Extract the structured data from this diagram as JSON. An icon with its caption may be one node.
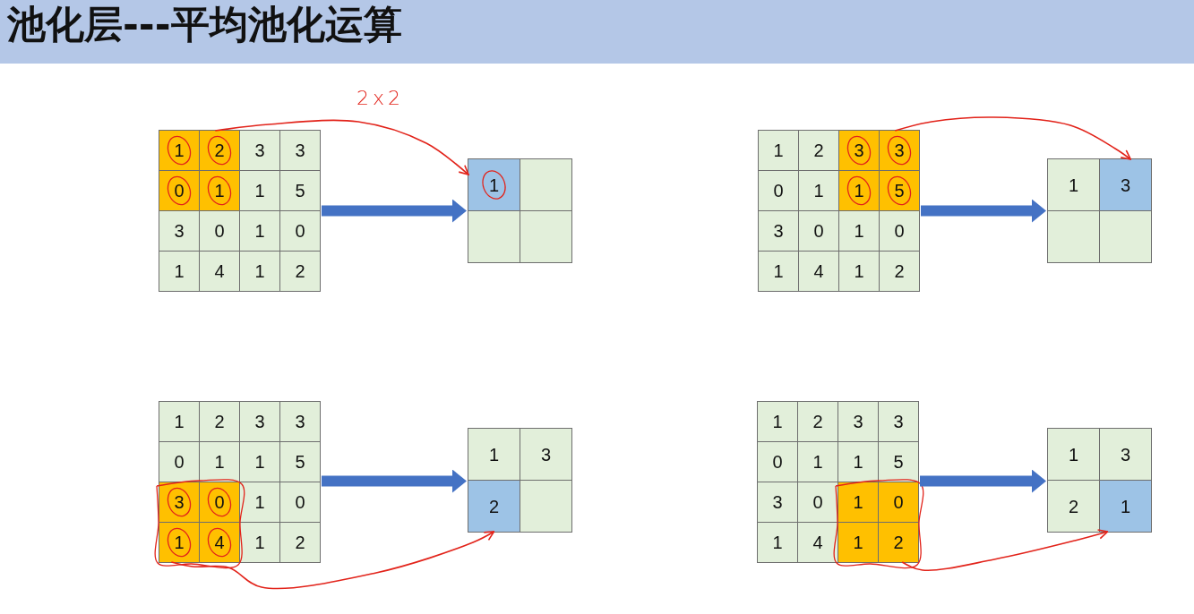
{
  "diagram": {
    "title": "池化层---平均池化运算",
    "nodes": [
      {
        "text": [],
        "shape": "box"
      },
      {
        "text": [],
        "shape": "box",
        "in": 0
      },
      {
        "text": [
          "1"
        ],
        "in": 1
      },
      {
        "text": [
          "2"
        ],
        "in": 1
      },
      {
        "text": [
          "3"
        ],
        "in": 0
      },
      {
        "text": [
          "3"
        ],
        "in": 0
      },
      {
        "text": [
          "0"
        ],
        "in": 1
      },
      {
        "text": [
          "1"
        ],
        "in": 1
      },
      {
        "text": [
          "1"
        ],
        "in": 0
      },
      {
        "text": [
          "5"
        ],
        "in": 0
      },
      {
        "text": [
          "3"
        ],
        "in": 0
      },
      {
        "text": [
          "0"
        ],
        "in": 0
      },
      {
        "text": [
          "1"
        ],
        "in": 0
      },
      {
        "text": [
          "0"
        ],
        "in": 0
      },
      {
        "text": [
          "1"
        ],
        "in": 0
      },
      {
        "text": [
          "4"
        ],
        "in": 0
      },
      {
        "text": [
          "1"
        ],
        "in": 0
      },
      {
        "text": [
          "2"
        ],
        "in": 0
      },
      {
        "text": [],
        "shape": "box"
      },
      {
        "text": [
          "1"
        ],
        "in": 18
      },
      {
        "text": [],
        "shape": "box",
        "in": 18
      },
      {
        "text": [],
        "shape": "box",
        "in": 18
      },
      {
        "text": [],
        "shape": "box",
        "in": 18
      },
      {
        "text": [],
        "shape": "box"
      },
      {
        "text": [
          "1"
        ],
        "in": 23
      },
      {
        "text": [
          "2"
        ],
        "in": 23
      },
      {
        "text": [],
        "shape": "box",
        "in": 23
      },
      {
        "text": [
          "3"
        ],
        "in": 26
      },
      {
        "text": [
          "3"
        ],
        "in": 26
      },
      {
        "text": [
          "0"
        ],
        "in": 23
      },
      {
        "text": [
          "1"
        ],
        "in": 23
      },
      {
        "text": [
          "1"
        ],
        "in": 26
      },
      {
        "text": [
          "5"
        ],
        "in": 26
      },
      {
        "text": [
          "3"
        ],
        "in": 23
      },
      {
        "text": [
          "0"
        ],
        "in": 23
      },
      {
        "text": [
          "1"
        ],
        "in": 23
      },
      {
        "text": [
          "0"
        ],
        "in": 23
      },
      {
        "text": [
          "1"
        ],
        "in": 23
      },
      {
        "text": [
          "4"
        ],
        "in": 23
      },
      {
        "text": [
          "1"
        ],
        "in": 23
      },
      {
        "text": [
          "2"
        ],
        "in": 23
      },
      {
        "text": [],
        "shape": "box"
      },
      {
        "text": [
          "1"
        ],
        "in": 41
      },
      {
        "text": [
          "3"
        ],
        "in": 41
      },
      {
        "text": [],
        "shape": "box",
        "in": 41
      },
      {
        "text": [],
        "shape": "box",
        "in": 41
      },
      {
        "text": [],
        "shape": "box"
      },
      {
        "text": [
          "1"
        ],
        "in": 46
      },
      {
        "text": [
          "2"
        ],
        "in": 46
      },
      {
        "text": [
          "3"
        ],
        "in": 46
      },
      {
        "text": [
          "3"
        ],
        "in": 46
      },
      {
        "text": [
          "0"
        ],
        "in": 46
      },
      {
        "text": [
          "1"
        ],
        "in": 46
      },
      {
        "text": [
          "1"
        ],
        "in": 46
      },
      {
        "text": [
          "5"
        ],
        "in": 46
      },
      {
        "text": [],
        "shape": "box",
        "in": 46
      },
      {
        "text": [
          "3"
        ],
        "in": 55
      },
      {
        "text": [
          "0"
        ],
        "in": 55
      },
      {
        "text": [
          "1"
        ],
        "in": 46
      },
      {
        "text": [
          "0"
        ],
        "in": 46
      },
      {
        "text": [
          "1"
        ],
        "in": 55
      },
      {
        "text": [
          "4"
        ],
        "in": 55
      },
      {
        "text": [
          "1"
        ],
        "in": 46
      },
      {
        "text": [
          "2"
        ],
        "in": 46
      },
      {
        "text": [],
        "shape": "box"
      },
      {
        "text": [
          "1"
        ],
        "in": 64
      },
      {
        "text": [
          "3"
        ],
        "in": 64
      },
      {
        "text": [
          "2"
        ],
        "in": 64
      },
      {
        "text": [],
        "shape": "box",
        "in": 64
      },
      {
        "text": [],
        "shape": "box"
      },
      {
        "text": [
          "1"
        ],
        "in": 69
      },
      {
        "text": [
          "2"
        ],
        "in": 69
      },
      {
        "text": [
          "3"
        ],
        "in": 69
      },
      {
        "text": [
          "3"
        ],
        "in": 69
      },
      {
        "text": [
          "0"
        ],
        "in": 69
      },
      {
        "text": [
          "1"
        ],
        "in": 69
      },
      {
        "text": [
          "1"
        ],
        "in": 69
      },
      {
        "text": [
          "5"
        ],
        "in": 69
      },
      {
        "text": [
          "3"
        ],
        "in": 69
      },
      {
        "text": [
          "0"
        ],
        "in": 69
      },
      {
        "text": [],
        "shape": "box",
        "in": 69
      },
      {
        "text": [
          "1"
        ],
        "in": 80
      },
      {
        "text": [
          "0"
        ],
        "in": 80
      },
      {
        "text": [
          "1"
        ],
        "in": 69
      },
      {
        "text": [
          "4"
        ],
        "in": 69
      },
      {
        "text": [
          "1"
        ],
        "in": 80
      },
      {
        "text": [
          "2"
        ],
        "in": 80
      },
      {
        "text": [],
        "shape": "box"
      },
      {
        "text": [
          "1"
        ],
        "in": 87
      },
      {
        "text": [
          "3"
        ],
        "in": 87
      },
      {
        "text": [
          "2"
        ],
        "in": 87
      },
      {
        "text": [
          "1"
        ],
        "in": 87
      }
    ],
    "edges": [
      {
        "from": 0,
        "to": 18,
        "arrow": "to",
        "style": "thick",
        "color": "#4472c4"
      },
      {
        "from": 1,
        "to": 19,
        "arrow": "to",
        "color": "#e2231a"
      },
      {
        "from": 23,
        "to": 41,
        "arrow": "to",
        "style": "thick",
        "color": "#4472c4"
      },
      {
        "from": 26,
        "to": 43,
        "arrow": "to",
        "color": "#e2231a"
      },
      {
        "from": 46,
        "to": 64,
        "arrow": "to",
        "style": "thick",
        "color": "#4472c4"
      },
      {
        "from": 55,
        "to": 67,
        "arrow": "to",
        "color": "#e2231a"
      },
      {
        "from": 69,
        "to": 87,
        "arrow": "to",
        "style": "thick",
        "color": "#4472c4"
      },
      {
        "from": 80,
        "to": 91,
        "arrow": "to",
        "color": "#e2231a"
      }
    ],
    "labels": [
      "2x2"
    ]
  }
}
